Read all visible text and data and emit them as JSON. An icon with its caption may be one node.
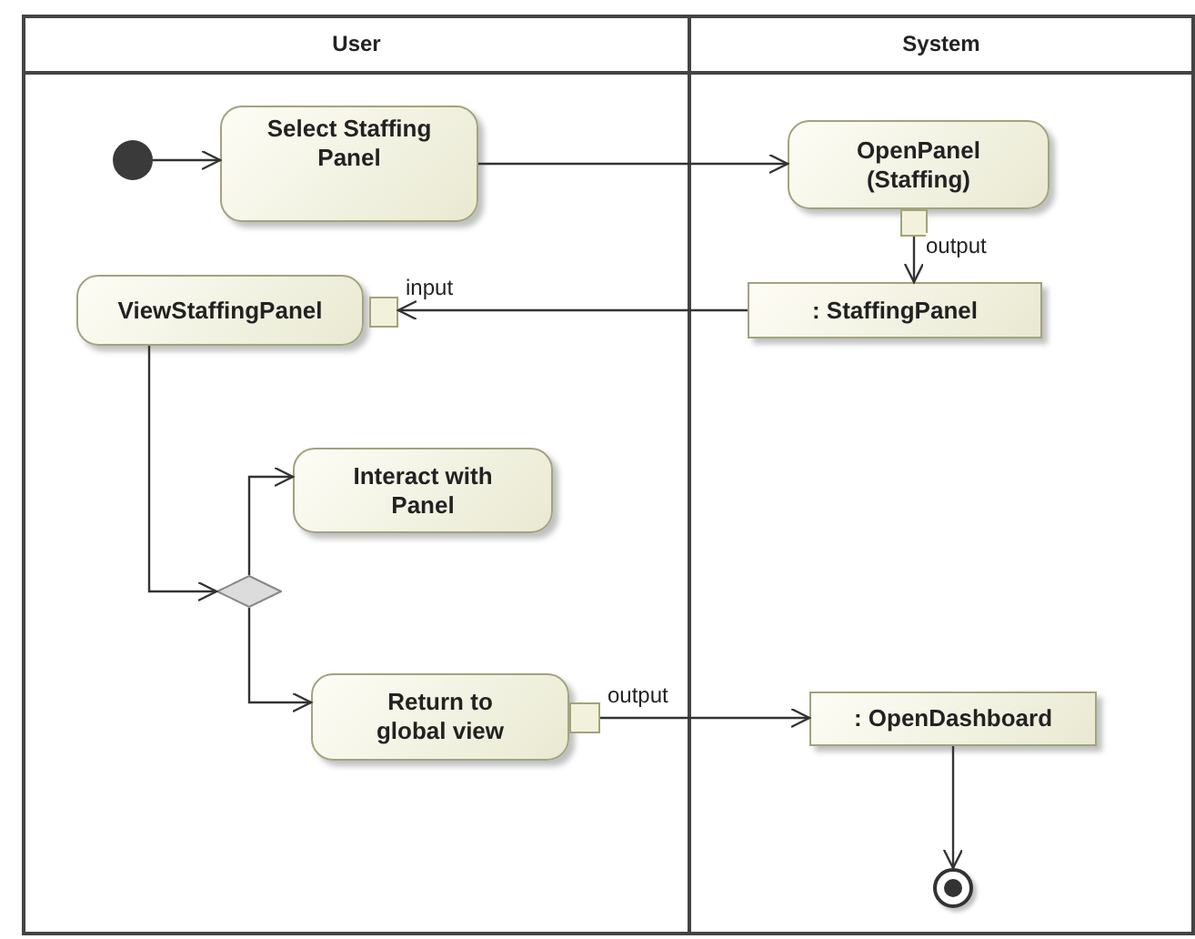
{
  "diagram": {
    "nodes": [
      {
        "text": [
          "User"
        ]
      },
      {
        "text": [
          "System"
        ]
      },
      {
        "text": [],
        "shape": "circle",
        "in": 0
      },
      {
        "text": [
          "Select Staffing Panel"
        ],
        "in": 0
      },
      {
        "text": [
          "OpenPanel (Staffing)"
        ],
        "in": 1
      },
      {
        "text": [],
        "shape": "box",
        "in": 1,
        "beside": [
          "output"
        ]
      },
      {
        "text": [
          "ViewStaffingPanel"
        ],
        "in": 0
      },
      {
        "text": [],
        "shape": "box",
        "in": 0,
        "beside": [
          "input"
        ]
      },
      {
        "text": [
          ": StaffingPanel"
        ],
        "in": 1
      },
      {
        "text": [
          "Interact with Panel"
        ],
        "in": 0
      },
      {
        "text": [],
        "shape": "diamond",
        "in": 0
      },
      {
        "text": [
          "Return to global view"
        ],
        "in": 0
      },
      {
        "text": [],
        "shape": "box",
        "in": 0,
        "beside": [
          "output"
        ]
      },
      {
        "text": [
          ": OpenDashboard"
        ],
        "in": 1
      },
      {
        "text": [],
        "shape": "circle",
        "in": 1
      }
    ],
    "edges": [
      {
        "from": 2,
        "to": 3,
        "arrow": "to"
      },
      {
        "from": 3,
        "to": 4,
        "arrow": "to"
      },
      {
        "from": 5,
        "to": 8,
        "arrow": "to"
      },
      {
        "from": 8,
        "to": 7,
        "arrow": "to"
      },
      {
        "from": 6,
        "to": 10,
        "arrow": "to"
      },
      {
        "from": 10,
        "to": 9,
        "arrow": "to"
      },
      {
        "from": 10,
        "to": 11,
        "arrow": "to"
      },
      {
        "from": 12,
        "to": 13,
        "arrow": "to"
      },
      {
        "from": 13,
        "to": 14,
        "arrow": "to"
      }
    ]
  }
}
